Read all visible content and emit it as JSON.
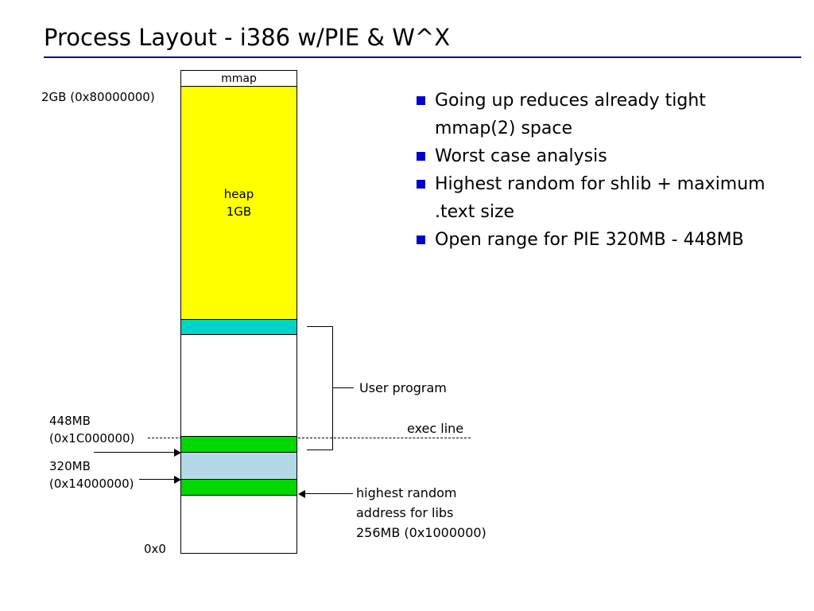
{
  "title": "Process Layout - i386 w/PIE & W^X",
  "colors": {
    "title_rule": "#000099",
    "heap_yellow": "#ffff00",
    "cyan_band": "#00d3c7",
    "green_band": "#00d800",
    "light_blue_band": "#b3d9e6",
    "bullet_blue": "#0000cc"
  },
  "column": {
    "mmap_label": "mmap",
    "heap_label": [
      "heap",
      "1GB"
    ]
  },
  "address_labels": {
    "top": "2GB (0x80000000)",
    "exec_mb": "448MB",
    "exec_hex": "(0x1C000000)",
    "pie_mb": "320MB",
    "pie_hex": "(0x14000000)",
    "bottom": "0x0"
  },
  "callouts": {
    "user_program": "User program",
    "exec_line": "exec line",
    "libs": [
      "highest random",
      "address for libs",
      "256MB (0x1000000)"
    ]
  },
  "bullets": [
    "Going up reduces already tight mmap(2) space",
    "Worst case analysis",
    "Highest random for shlib + maximum .text size",
    "Open range for PIE 320MB - 448MB"
  ]
}
